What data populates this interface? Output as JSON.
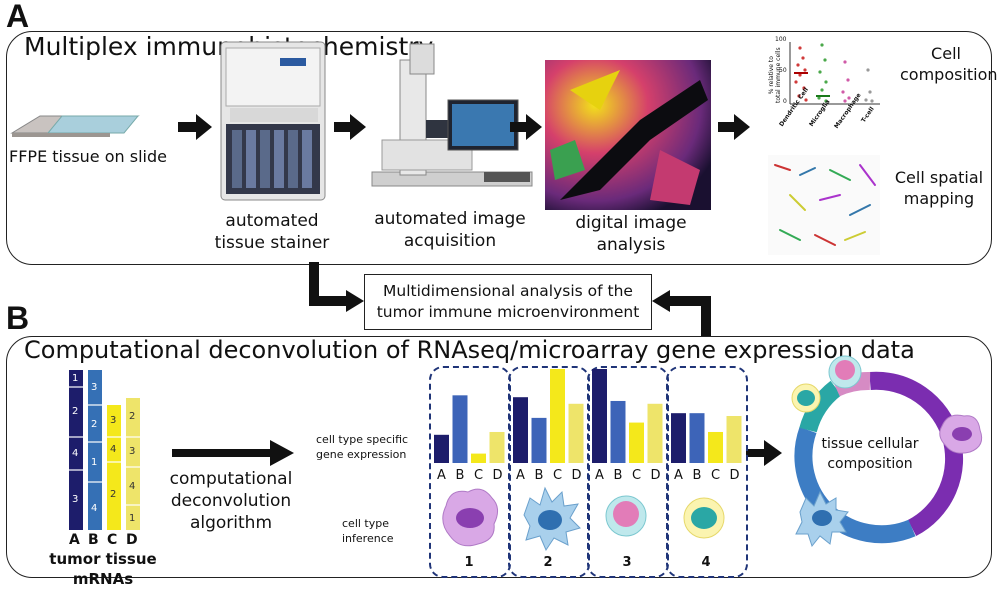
{
  "panel_a": {
    "letter": "A",
    "title": "Multiplex immunohistochemistry",
    "steps": {
      "slide": "FFPE tissue on slide",
      "stainer": [
        "automated",
        "tissue stainer"
      ],
      "acquisition": [
        "automated image",
        "acquisition"
      ],
      "analysis": [
        "digital image",
        "analysis"
      ]
    },
    "outputs": {
      "composition": [
        "Cell",
        "composition"
      ],
      "spatial": [
        "Cell spatial",
        "mapping"
      ]
    },
    "mini_plot": {
      "ylabel": [
        "% relative to",
        "total immune cells"
      ],
      "yticks": [
        "100",
        "50",
        "0"
      ],
      "categories": [
        "Dendritic Cell",
        "Microglia",
        "Macrophage",
        "T-cell"
      ]
    }
  },
  "center": {
    "lines": [
      "Multidimensional analysis of the",
      "tumor immune microenvironment"
    ]
  },
  "panel_b": {
    "letter": "B",
    "title": "Computational deconvolution of RNAseq/microarray gene expression data",
    "mrna_caption": "tumor tissue mRNAs",
    "mrna_columns": [
      "A",
      "B",
      "C",
      "D"
    ],
    "algorithm": [
      "computational",
      "deconvolution",
      "algorithm"
    ],
    "gene_expression": [
      "cell type specific",
      "gene expression"
    ],
    "inference": [
      "cell type",
      "inference"
    ],
    "bar_labels": [
      "A",
      "B",
      "C",
      "D"
    ],
    "cell_types": [
      "1",
      "2",
      "3",
      "4"
    ],
    "composition": [
      "tissue cellular",
      "composition"
    ]
  },
  "chart_data": {
    "type": "bar",
    "categories": [
      "A",
      "B",
      "C",
      "D"
    ],
    "series": [
      {
        "name": "1",
        "values": [
          0.3,
          0.72,
          0.1,
          0.33
        ]
      },
      {
        "name": "2",
        "values": [
          0.7,
          0.48,
          1.0,
          0.63
        ]
      },
      {
        "name": "3",
        "values": [
          1.0,
          0.66,
          0.43,
          0.63
        ]
      },
      {
        "name": "4",
        "values": [
          0.53,
          0.53,
          0.33,
          0.5
        ]
      }
    ],
    "colors": [
      "#1d1d6b",
      "#3d64b8",
      "#f4e81b",
      "#eee46a"
    ]
  },
  "colors": {
    "navy": "#1d1d6b",
    "blue": "#3570b5",
    "yellow": "#f4e81b",
    "light_yellow": "#eee46a",
    "dashed_border": "#1f3478",
    "ring_purple": "#7b2db0",
    "ring_blue": "#3d7dc4",
    "ring_teal": "#2aa7a5"
  },
  "mrna_segments": {
    "A": [
      "1",
      "2",
      "4",
      "3"
    ],
    "B": [
      "3",
      "2",
      "1",
      "4"
    ],
    "C": [
      "3",
      "4",
      "2"
    ],
    "D": [
      "2",
      "3",
      "4",
      "1"
    ]
  }
}
